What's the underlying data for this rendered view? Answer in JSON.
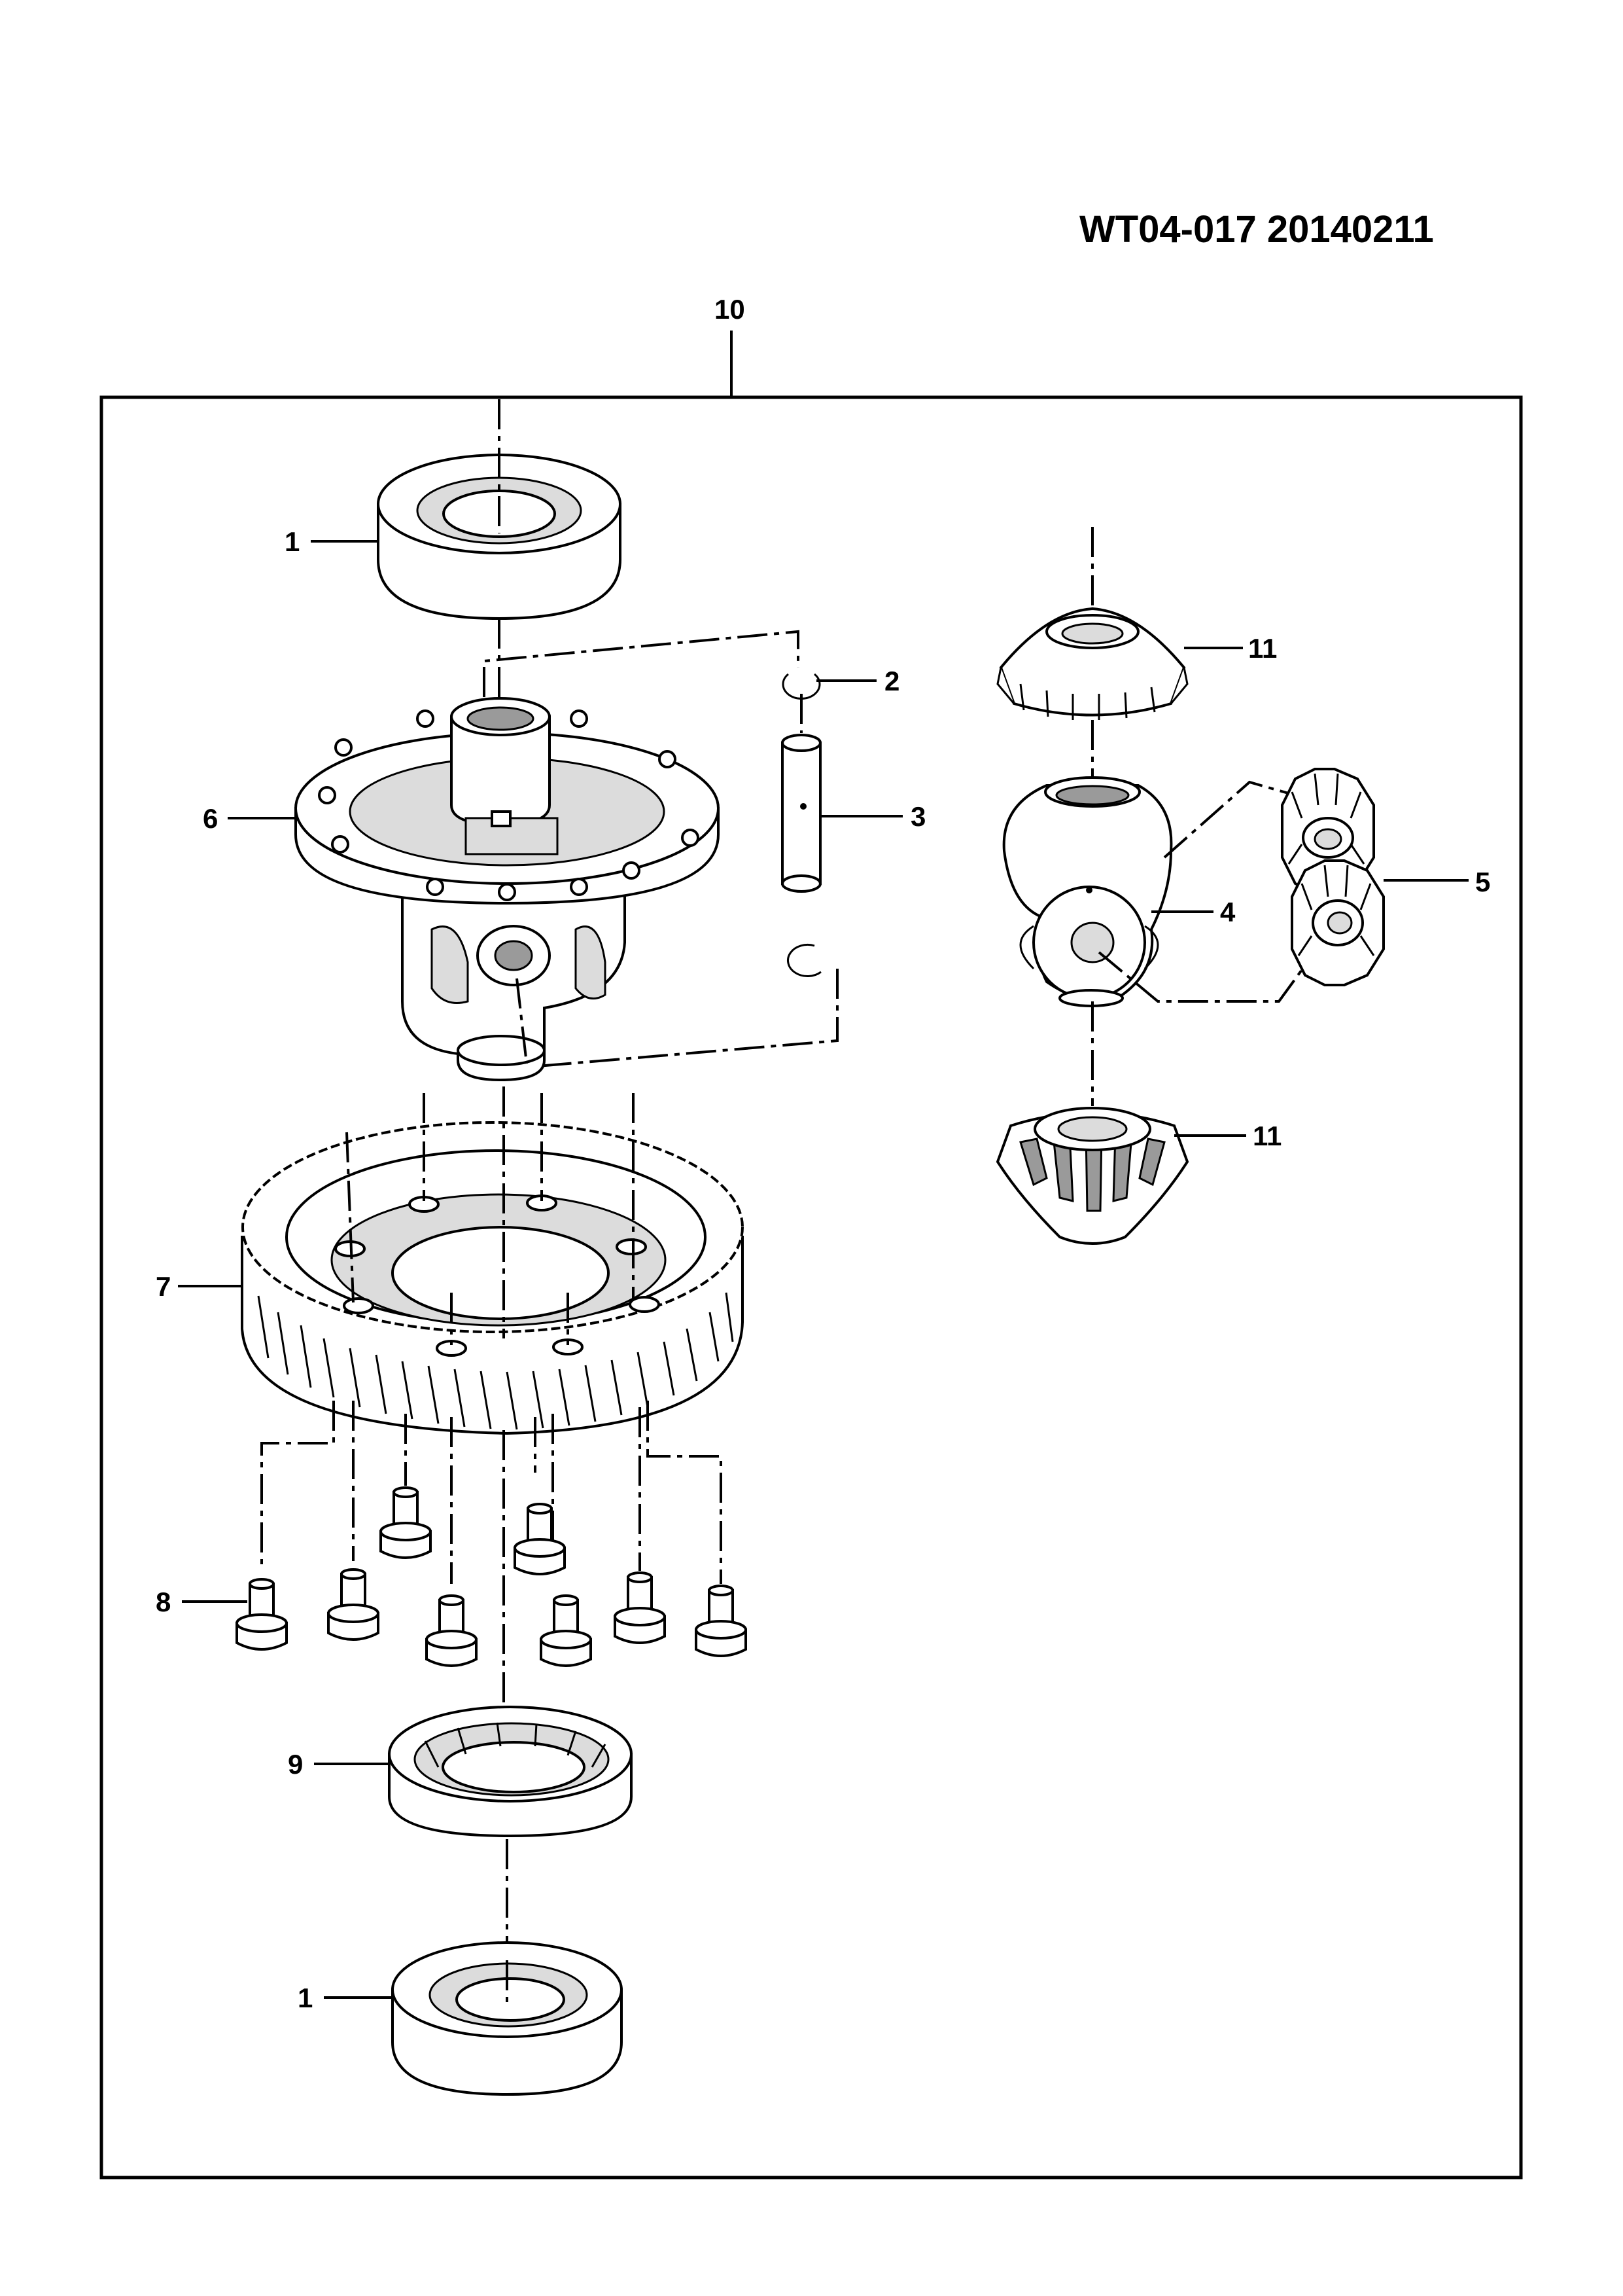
{
  "drawing": {
    "id": "WT04-017 20140211"
  },
  "callouts": {
    "assembly": "10",
    "bearing_top": "1",
    "snap_ring": "2",
    "pinion_shaft": "3",
    "thrust_washer": "4",
    "pinion_gears": "5",
    "case": "6",
    "ring_gear": "7",
    "bolts": "8",
    "speedo_gear": "9",
    "side_gear_top": "11",
    "side_gear_bottom": "11",
    "bearing_bottom": "1"
  }
}
